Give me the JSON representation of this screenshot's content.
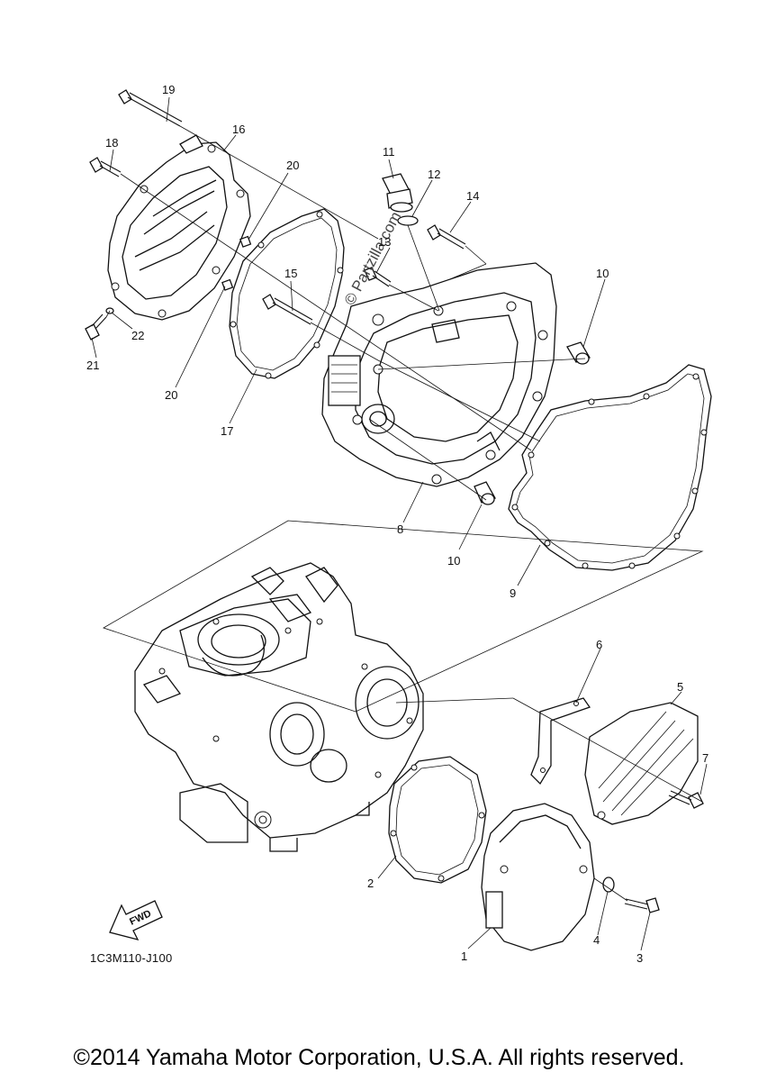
{
  "watermark": "© Partzilla.com",
  "diagram_code": "1C3M110-J100",
  "fwd_label": "FWD",
  "copyright": "©2014 Yamaha Motor Corporation, U.S.A. All rights reserved.",
  "callouts": [
    {
      "id": "1",
      "label": "1"
    },
    {
      "id": "2",
      "label": "2"
    },
    {
      "id": "3",
      "label": "3"
    },
    {
      "id": "4",
      "label": "4"
    },
    {
      "id": "5",
      "label": "5"
    },
    {
      "id": "6",
      "label": "6"
    },
    {
      "id": "7",
      "label": "7"
    },
    {
      "id": "8",
      "label": "8"
    },
    {
      "id": "9",
      "label": "9"
    },
    {
      "id": "10a",
      "label": "10"
    },
    {
      "id": "10b",
      "label": "10"
    },
    {
      "id": "11",
      "label": "11"
    },
    {
      "id": "12",
      "label": "12"
    },
    {
      "id": "13",
      "label": "13"
    },
    {
      "id": "14",
      "label": "14"
    },
    {
      "id": "15",
      "label": "15"
    },
    {
      "id": "16",
      "label": "16"
    },
    {
      "id": "17",
      "label": "17"
    },
    {
      "id": "18",
      "label": "18"
    },
    {
      "id": "19",
      "label": "19"
    },
    {
      "id": "20a",
      "label": "20"
    },
    {
      "id": "20b",
      "label": "20"
    },
    {
      "id": "21",
      "label": "21"
    },
    {
      "id": "22",
      "label": "22"
    }
  ]
}
